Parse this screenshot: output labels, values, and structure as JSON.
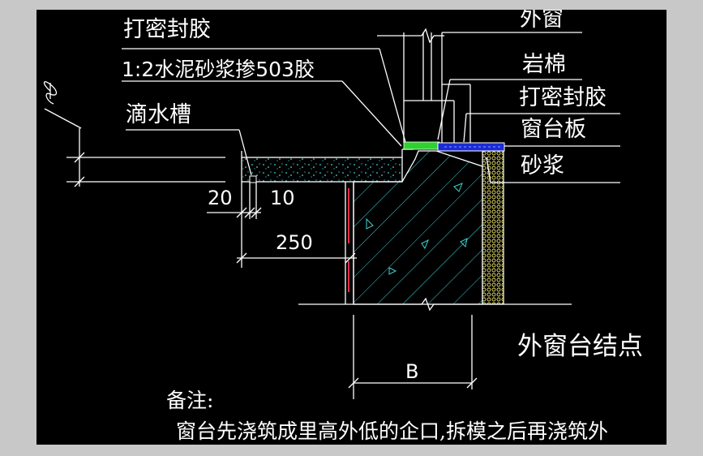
{
  "labels": {
    "top_sealant": "打密封胶",
    "mortar_mix": "1:2水泥砂浆掺503胶",
    "drip_groove": "滴水槽",
    "outer_window": "外窗",
    "rock_wool": "岩棉",
    "right_sealant": "打密封胶",
    "sill_board": "窗台板",
    "mortar": "砂浆"
  },
  "dimensions": {
    "d20": "20",
    "d10": "10",
    "d250": "250",
    "dB": "B"
  },
  "title": "外窗台结点",
  "note": {
    "heading": "备注:",
    "text": "窗台先浇筑成里高外低的企口,拆模之后再浇筑外"
  },
  "colors": {
    "background": "#000000",
    "frame": "#c8c8c8",
    "line": "#ffffff",
    "hatch": "#3fd3d3",
    "sealant_green": "#2fd12f",
    "sill_blue": "#1a2bd6",
    "mortar_yellow": "#e8e06a",
    "flashing_red": "#e0304a"
  },
  "icons": {
    "elevation_marker": "elevation-symbol"
  }
}
